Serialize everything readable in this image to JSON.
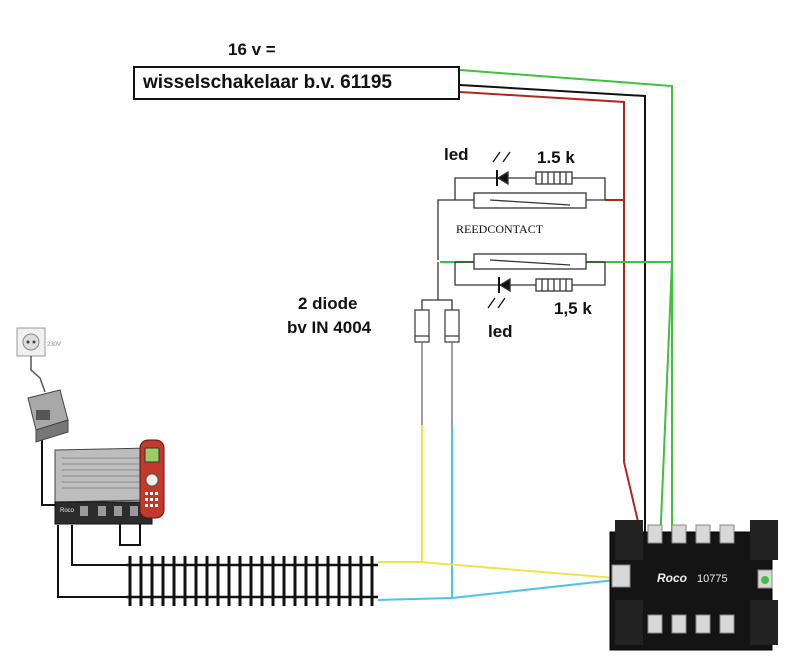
{
  "labels": {
    "voltage": "16 v =",
    "switch_box": "wisselschakelaar b.v. 61195",
    "led_top": "led",
    "res_top": "1.5 k",
    "reed": "REEDCONTACT",
    "diode_1": "2 diode",
    "diode_2": "bv IN 4004",
    "res_bottom": "1,5 k",
    "led_bottom": "led"
  },
  "device_labels": {
    "outlet": "230V",
    "module_brand": "Roco",
    "module_model": "10775"
  },
  "colors": {
    "red_wire": "#b3261e",
    "green_wire": "#3cc23c",
    "black_wire": "#111111",
    "yellow_wire": "#f2e24a",
    "cyan_wire": "#4cc4e8",
    "gray_wire": "#6b6b6b"
  }
}
